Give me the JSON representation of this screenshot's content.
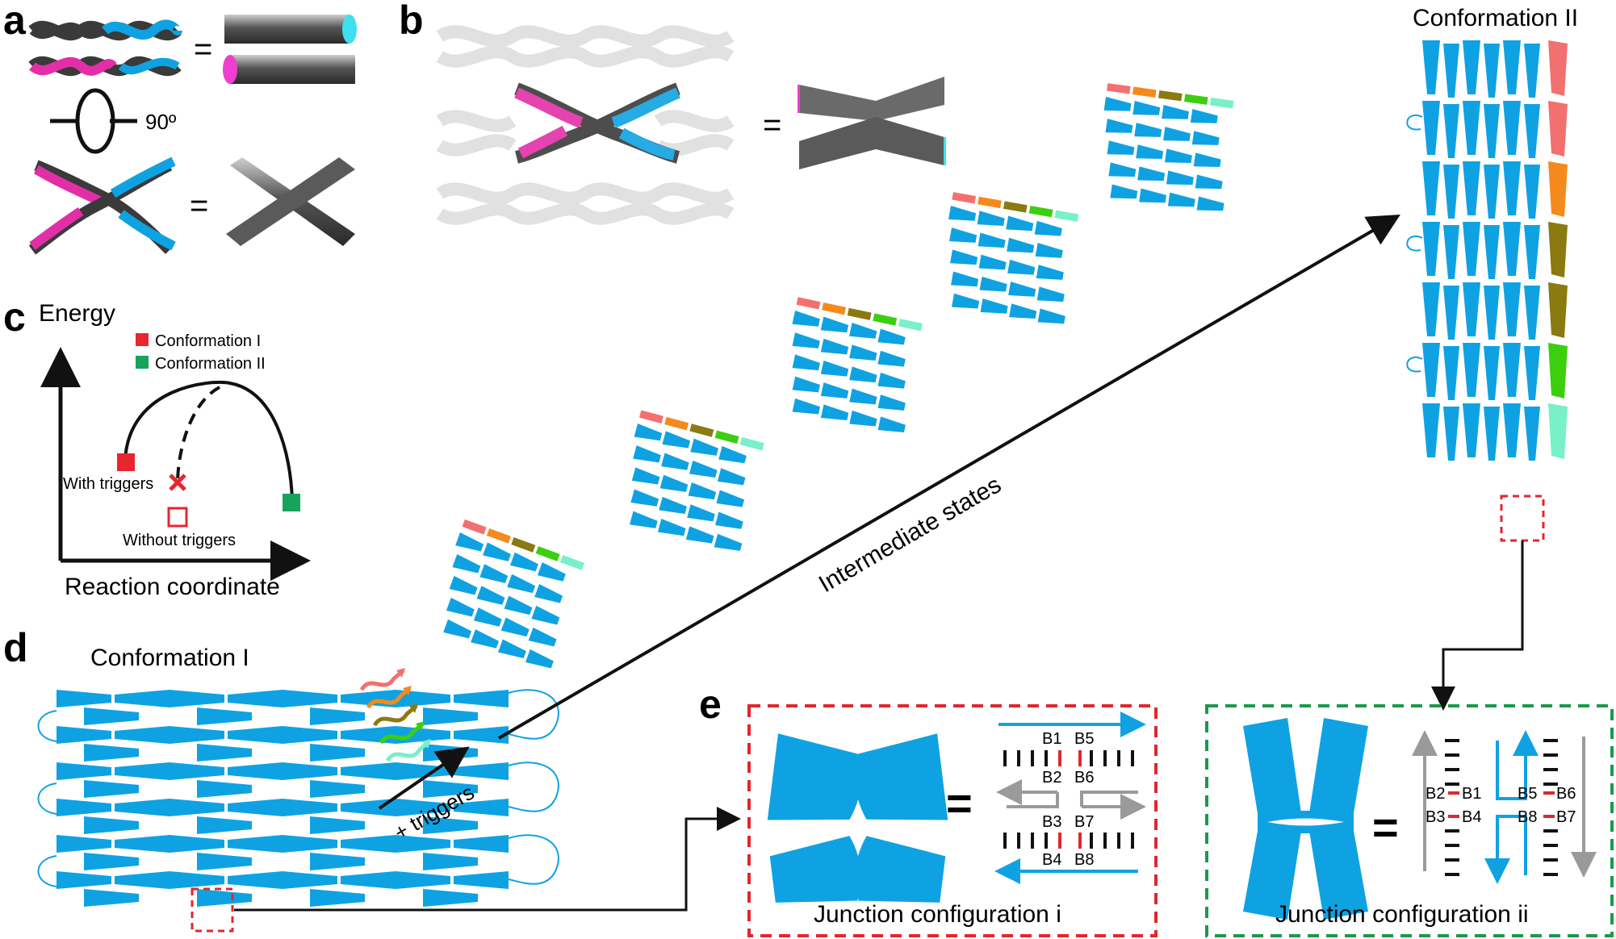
{
  "panels": {
    "a": "a",
    "b": "b",
    "c": "c",
    "d": "d",
    "e": "e"
  },
  "panel_a": {
    "rotation_label": "90º"
  },
  "panel_c": {
    "y_axis": "Energy",
    "x_axis": "Reaction coordinate",
    "legend": [
      {
        "label": "Conformation I",
        "color": "#e8262f"
      },
      {
        "label": "Conformation II",
        "color": "#18a35a"
      }
    ],
    "with_triggers": "With triggers",
    "without_triggers": "Without triggers"
  },
  "panel_b": {
    "conformation_ii": "Conformation II",
    "intermediate_states": "Intermediate states",
    "triggers": "+ triggers"
  },
  "panel_d": {
    "conformation_i": "Conformation I"
  },
  "panel_e": {
    "config_i": {
      "title": "Junction configuration i",
      "labels": [
        "B1",
        "B5",
        "B2",
        "B6",
        "B3",
        "B7",
        "B4",
        "B8"
      ]
    },
    "config_ii": {
      "title": "Junction configuration ii",
      "labels": [
        "B2",
        "B1",
        "B5",
        "B6",
        "B3",
        "B4",
        "B8",
        "B7"
      ]
    }
  },
  "colors": {
    "blue": "#0fa2e2",
    "magenta": "#e22fa8",
    "dark": "#3a3a3a",
    "grey": "#9a9a9a",
    "red_dash": "#e0272e",
    "green_dash": "#1a9a4a",
    "trigger_colors": [
      "#f2706f",
      "#f58a1c",
      "#8a7a10",
      "#3ccf10",
      "#78f0c8"
    ]
  }
}
